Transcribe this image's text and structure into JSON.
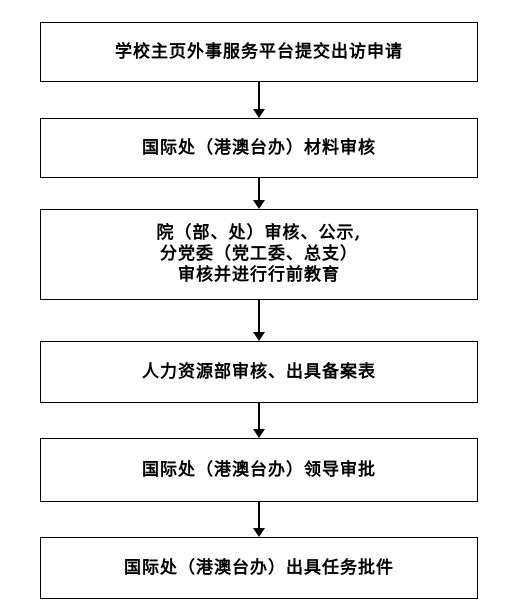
{
  "steps": [
    {
      "lines": [
        "学校主页外事服务平台提交出访申请"
      ]
    },
    {
      "lines": [
        "国际处（港澳台办）材料审核"
      ]
    },
    {
      "lines": [
        "院（部、处）审核、公示,",
        "分党委（党工委、总支）",
        "审核并进行行前教育"
      ]
    },
    {
      "lines": [
        "人力资源部审核、出具备案表"
      ]
    },
    {
      "lines": [
        "国际处（港澳台办）领导审批"
      ]
    },
    {
      "lines": [
        "国际处（港澳台办）出具任务批件"
      ]
    }
  ]
}
